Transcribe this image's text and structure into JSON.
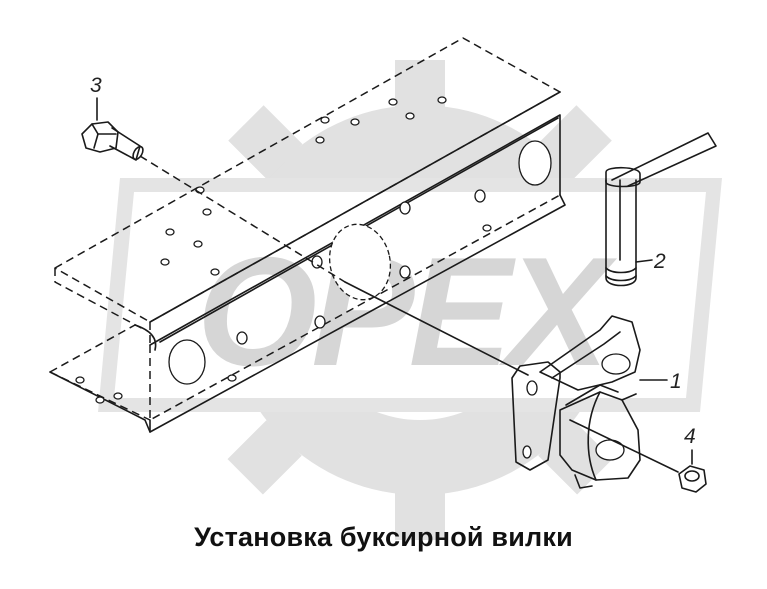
{
  "caption": "Установка буксирной вилки",
  "watermark": {
    "text": "OPEX",
    "color": "#d9d9d9"
  },
  "callouts": [
    {
      "id": "1",
      "label": "1"
    },
    {
      "id": "2",
      "label": "2"
    },
    {
      "id": "3",
      "label": "3"
    },
    {
      "id": "4",
      "label": "4"
    }
  ],
  "colors": {
    "line": "#1a1a1a",
    "watermark": "#d9d9d9",
    "background": "#ffffff"
  }
}
